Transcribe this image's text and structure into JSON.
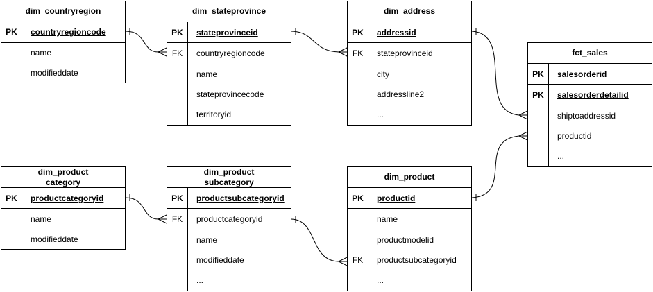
{
  "diagram": {
    "type": "entity-relationship",
    "colors": {
      "stroke": "#000000",
      "fill": "#ffffff",
      "text": "#000000"
    },
    "tables": [
      {
        "id": "dim_countryregion",
        "title": "dim_countryregion",
        "rows": [
          {
            "key": "PK",
            "label": "countryregioncode"
          },
          {
            "key": "",
            "label": "name"
          },
          {
            "key": "",
            "label": "modifieddate"
          }
        ]
      },
      {
        "id": "dim_stateprovince",
        "title": "dim_stateprovince",
        "rows": [
          {
            "key": "PK",
            "label": "stateprovinceid"
          },
          {
            "key": "FK",
            "label": "countryregioncode"
          },
          {
            "key": "",
            "label": "name"
          },
          {
            "key": "",
            "label": "stateprovincecode"
          },
          {
            "key": "",
            "label": "territoryid"
          }
        ]
      },
      {
        "id": "dim_address",
        "title": "dim_address",
        "rows": [
          {
            "key": "PK",
            "label": "addressid"
          },
          {
            "key": "FK",
            "label": "stateprovinceid"
          },
          {
            "key": "",
            "label": "city"
          },
          {
            "key": "",
            "label": "addressline2"
          },
          {
            "key": "",
            "label": "..."
          }
        ]
      },
      {
        "id": "fct_sales",
        "title": "fct_sales",
        "rows": [
          {
            "key": "PK",
            "label": "salesorderid"
          },
          {
            "key": "PK",
            "label": "salesorderdetailid"
          },
          {
            "key": "",
            "label": "shiptoaddressid"
          },
          {
            "key": "",
            "label": "productid"
          },
          {
            "key": "",
            "label": "..."
          }
        ]
      },
      {
        "id": "dim_productcategory",
        "title": "dim_product\ncategory",
        "rows": [
          {
            "key": "PK",
            "label": "productcategoryid"
          },
          {
            "key": "",
            "label": "name"
          },
          {
            "key": "",
            "label": "modifieddate"
          }
        ]
      },
      {
        "id": "dim_productsubcategory",
        "title": "dim_product\nsubcategory",
        "rows": [
          {
            "key": "PK",
            "label": "productsubcategoryid"
          },
          {
            "key": "FK",
            "label": "productcategoryid"
          },
          {
            "key": "",
            "label": "name"
          },
          {
            "key": "",
            "label": "modifieddate"
          },
          {
            "key": "",
            "label": "..."
          }
        ]
      },
      {
        "id": "dim_product",
        "title": "dim_product",
        "rows": [
          {
            "key": "PK",
            "label": "productid"
          },
          {
            "key": "",
            "label": "name"
          },
          {
            "key": "",
            "label": "productmodelid"
          },
          {
            "key": "FK",
            "label": "productsubcategoryid"
          },
          {
            "key": "",
            "label": "..."
          }
        ]
      }
    ],
    "relationships": [
      {
        "from": "dim_countryregion.countryregioncode",
        "to": "dim_stateprovince.countryregioncode",
        "cardinality": "1:N"
      },
      {
        "from": "dim_stateprovince.stateprovinceid",
        "to": "dim_address.stateprovinceid",
        "cardinality": "1:N"
      },
      {
        "from": "dim_address.addressid",
        "to": "fct_sales.shiptoaddressid",
        "cardinality": "1:N"
      },
      {
        "from": "dim_product.productid",
        "to": "fct_sales.productid",
        "cardinality": "1:N"
      },
      {
        "from": "dim_productcategory.productcategoryid",
        "to": "dim_productsubcategory.productcategoryid",
        "cardinality": "1:N"
      },
      {
        "from": "dim_productsubcategory.productsubcategoryid",
        "to": "dim_product.productsubcategoryid",
        "cardinality": "1:N"
      }
    ]
  }
}
